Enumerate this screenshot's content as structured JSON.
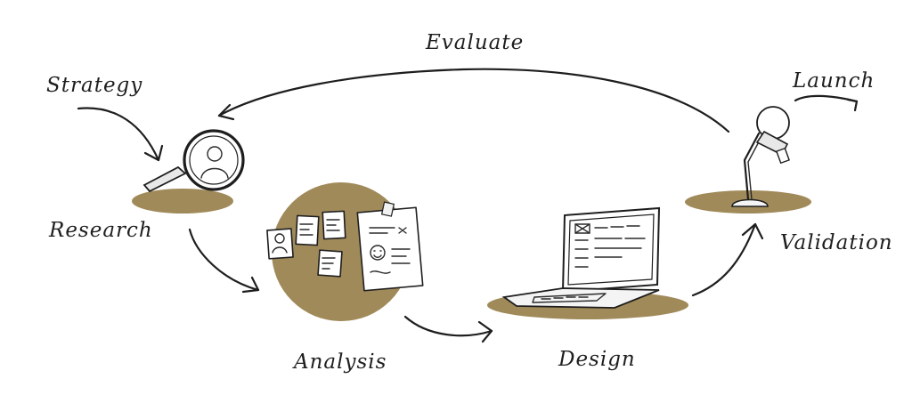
{
  "stages": {
    "strategy": "Strategy",
    "evaluate": "Evaluate",
    "launch": "Launch",
    "research": "Research",
    "analysis": "Analysis",
    "design": "Design",
    "validation": "Validation"
  },
  "colors": {
    "accent": "#a08a5a",
    "ink": "#1e1e1e",
    "background": "#ffffff"
  },
  "icons": {
    "research": "magnifier-user-icon",
    "analysis": "pinboard-icon",
    "design": "laptop-icon",
    "validation": "desk-lamp-icon"
  }
}
